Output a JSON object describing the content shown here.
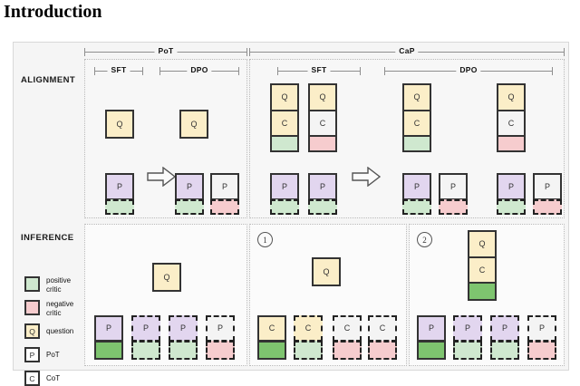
{
  "page_title": "Introduction",
  "figure": {
    "rows": [
      {
        "label": "ALIGNMENT"
      },
      {
        "label": "INFERENCE"
      }
    ],
    "top_spans": [
      {
        "label": "PoT"
      },
      {
        "label": "CaP"
      }
    ],
    "method_spans": [
      {
        "label": "SFT"
      },
      {
        "label": "DPO"
      },
      {
        "label": "SFT"
      },
      {
        "label": "DPO"
      }
    ],
    "cell_labels": {
      "question": "Q",
      "pot": "P",
      "cot": "C"
    },
    "step_markers": [
      "1",
      "2"
    ],
    "legend": {
      "items": [
        {
          "swatch": "positive-critic",
          "glyph": "",
          "label_line1": "positive",
          "label_line2": "critic"
        },
        {
          "swatch": "negative-critic",
          "glyph": "",
          "label_line1": "negative",
          "label_line2": "critic"
        },
        {
          "swatch": "question",
          "glyph": "Q",
          "label_line1": "question",
          "label_line2": ""
        },
        {
          "swatch": "pot",
          "glyph": "P",
          "label_line1": "PoT",
          "label_line2": ""
        },
        {
          "swatch": "cot",
          "glyph": "C",
          "label_line1": "CoT",
          "label_line2": ""
        }
      ]
    },
    "colors": {
      "question": "#fbeec8",
      "pot": "#e2d6ef",
      "cot_positive": "#fbeec8",
      "cot_negative": "#f4f4f4",
      "positive_critic": "#cfe8cf",
      "negative_critic": "#f6ccce",
      "selected_green": "#7ec46f",
      "outline": "#333333",
      "panel_bg": "#f5f5f5"
    }
  }
}
